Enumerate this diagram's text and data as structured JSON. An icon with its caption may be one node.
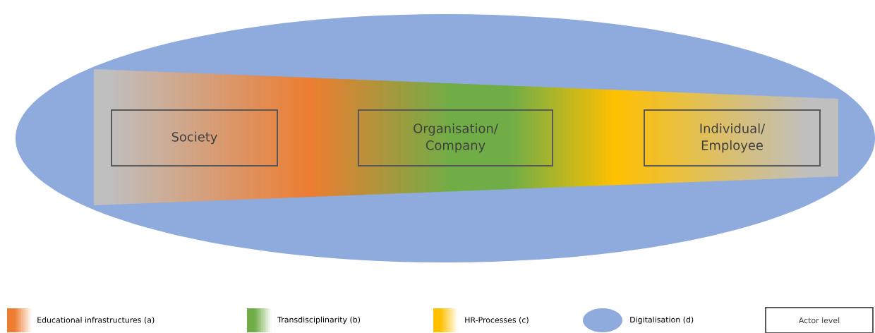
{
  "diagram": {
    "nodes": [
      {
        "text": [],
        "shape": "ellipse"
      },
      {
        "text": [],
        "shape": "band",
        "in": 0
      },
      {
        "text": [
          "Society"
        ],
        "in": 1
      },
      {
        "text": [
          "Organisation/ Company"
        ],
        "in": 1
      },
      {
        "text": [
          "Individual/ Employee"
        ],
        "in": 1
      }
    ],
    "legend": [
      {
        "text": "Educational infrastructures (a)",
        "color": "#ed7d31"
      },
      {
        "text": "Transdisciplinarity (b)",
        "color": "#70ad47"
      },
      {
        "text": "HR-Processes (c)",
        "color": "#ffc000"
      },
      {
        "text": "Digitalisation (d)",
        "color": "#8faadc"
      },
      {
        "text": "Actor level"
      }
    ]
  }
}
